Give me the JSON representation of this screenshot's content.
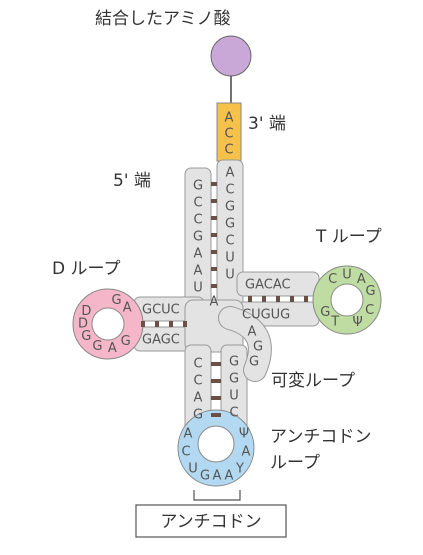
{
  "labels": {
    "amino_acid": "結合したアミノ酸",
    "three_prime": "3' 端",
    "five_prime": "5' 端",
    "t_loop": "T ループ",
    "d_loop": "D ループ",
    "variable_loop": "可変ループ",
    "anticodon_loop_line1": "アンチコドン",
    "anticodon_loop_line2": "ループ",
    "anticodon": "アンチコドン"
  },
  "acceptor_end": [
    "A",
    "C",
    "C"
  ],
  "acceptor_3prime_strand": [
    "A",
    "C",
    "G",
    "G",
    "C",
    "U",
    "U"
  ],
  "acceptor_5prime_strand": [
    "G",
    "C",
    "C",
    "G",
    "A",
    "A",
    "U"
  ],
  "acceptor_junction": "A",
  "t_stem_top": "GACAC",
  "t_stem_bottom": "CUGUG",
  "t_loop_bases": [
    "C",
    "U",
    "A",
    "G",
    "C",
    "Ψ",
    "T",
    "G"
  ],
  "d_stem_top": "GCUC",
  "d_stem_bottom": "GAGC",
  "d_loop_bases": [
    "G",
    "A",
    "D",
    "D",
    "G",
    "G",
    "A",
    "G"
  ],
  "variable_loop_bases": [
    "A",
    "G",
    "G"
  ],
  "anticodon_stem_left": [
    "C",
    "C",
    "A",
    "G"
  ],
  "anticodon_stem_right": [
    "G",
    "G",
    "U",
    "C"
  ],
  "anticodon_loop_left": [
    "A",
    "C",
    "U"
  ],
  "anticodon_loop_right": [
    "Ψ",
    "A",
    "Y"
  ],
  "anticodon_bases": [
    "G",
    "A",
    "A"
  ],
  "colors": {
    "amino_acid": "#c9a8d8",
    "acceptor_end": "#f6c14b",
    "backbone": "#e3e3e3",
    "t_loop": "#bfdca2",
    "d_loop": "#f4b6c8",
    "anticodon_loop": "#b3d9f2",
    "pair_rung": "#6b5048"
  }
}
